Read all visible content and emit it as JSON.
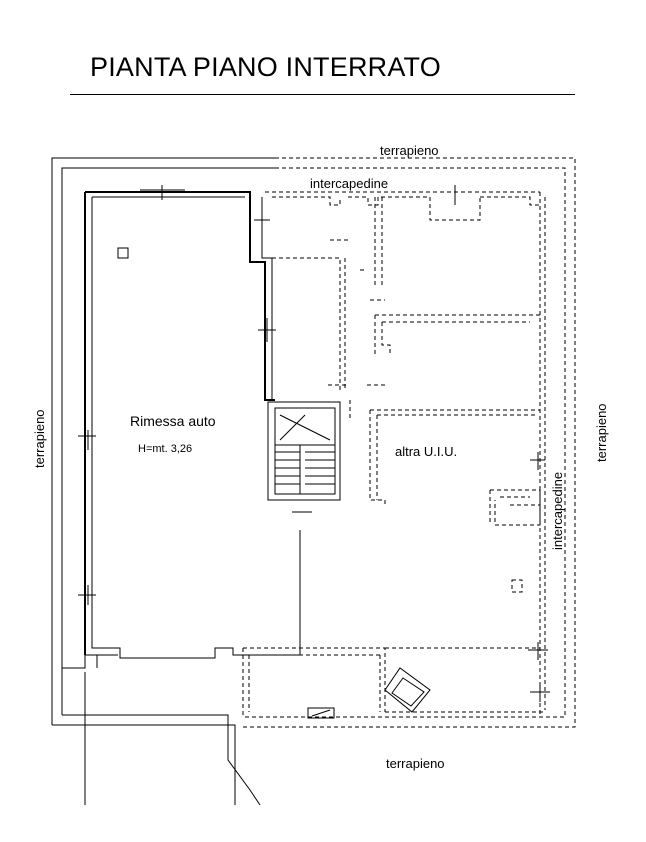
{
  "title": "PIANTA PIANO INTERRATO",
  "labels": {
    "terrapieno_top": "terrapieno",
    "terrapieno_left": "terrapieno",
    "terrapieno_right": "terrapieno",
    "terrapieno_bottom": "terrapieno",
    "intercapedine_top": "intercapedine",
    "intercapedine_right": "intercapedine",
    "rimessa": "Rimessa auto",
    "height": "H=mt. 3,26",
    "altra": "altra U.I.U."
  }
}
